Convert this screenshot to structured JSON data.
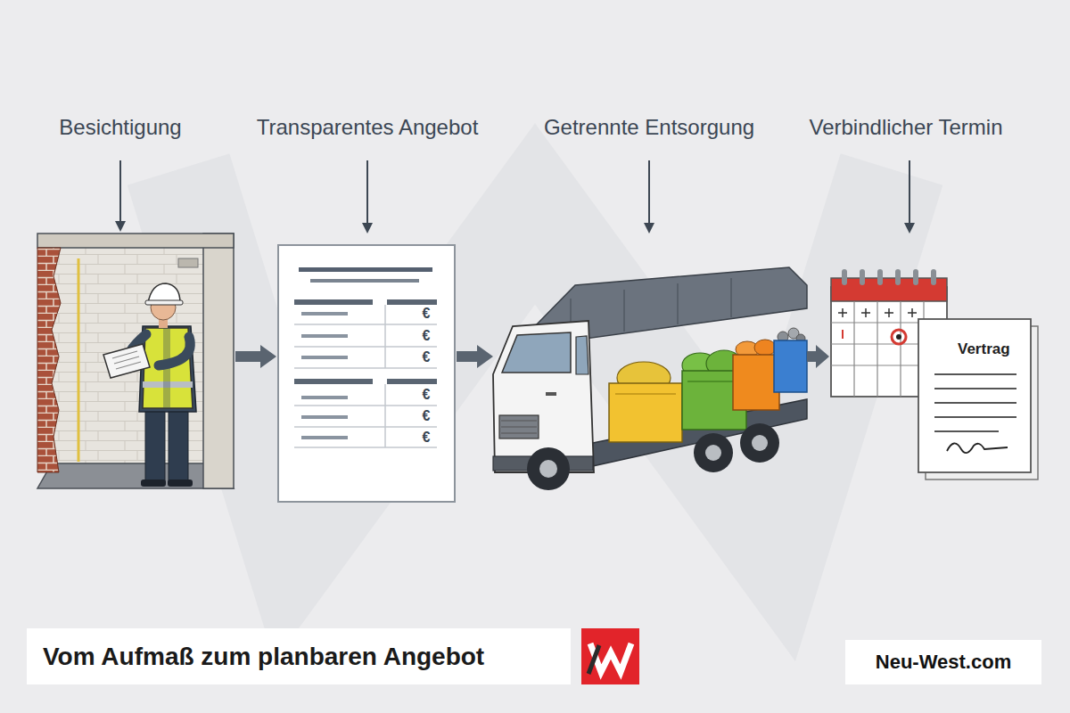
{
  "diagram": {
    "caption": "Vom Aufmaß zum planbaren Angebot",
    "nodes": [
      {
        "text": [
          "Besichtigung"
        ]
      },
      {
        "text": [
          "Transparentes Angebot"
        ]
      },
      {
        "text": [
          "Getrennte Entsorgung"
        ]
      },
      {
        "text": [
          "Verbindlicher Termin"
        ]
      }
    ],
    "edges": [
      {
        "from": 0,
        "to": 1,
        "arrow": "to"
      },
      {
        "from": 1,
        "to": 2,
        "arrow": "to"
      },
      {
        "from": 2,
        "to": 3,
        "arrow": "to"
      }
    ],
    "labels": [
      "€",
      "€",
      "€",
      "€",
      "€",
      "€",
      "Vertrag",
      "Neu-West.com"
    ]
  }
}
